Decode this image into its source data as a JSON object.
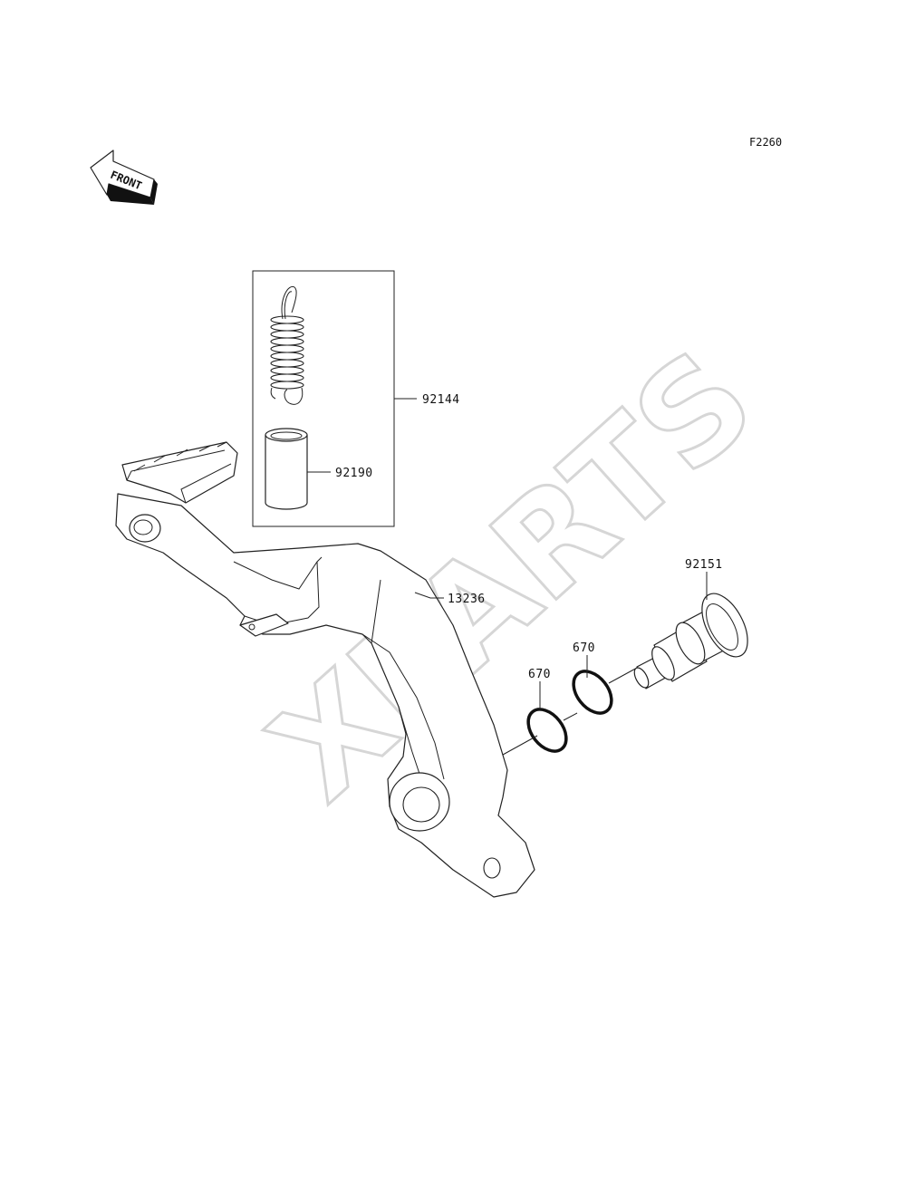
{
  "diagram": {
    "code": "F2260",
    "front_label": "FRONT",
    "watermark": "XPARTS",
    "parts": [
      {
        "key": "spring_kit",
        "number": "92144"
      },
      {
        "key": "collar",
        "number": "92190"
      },
      {
        "key": "pedal",
        "number": "13236"
      },
      {
        "key": "bolt",
        "number": "92151"
      },
      {
        "key": "oring_left",
        "number": "670"
      },
      {
        "key": "oring_right",
        "number": "670"
      }
    ]
  }
}
